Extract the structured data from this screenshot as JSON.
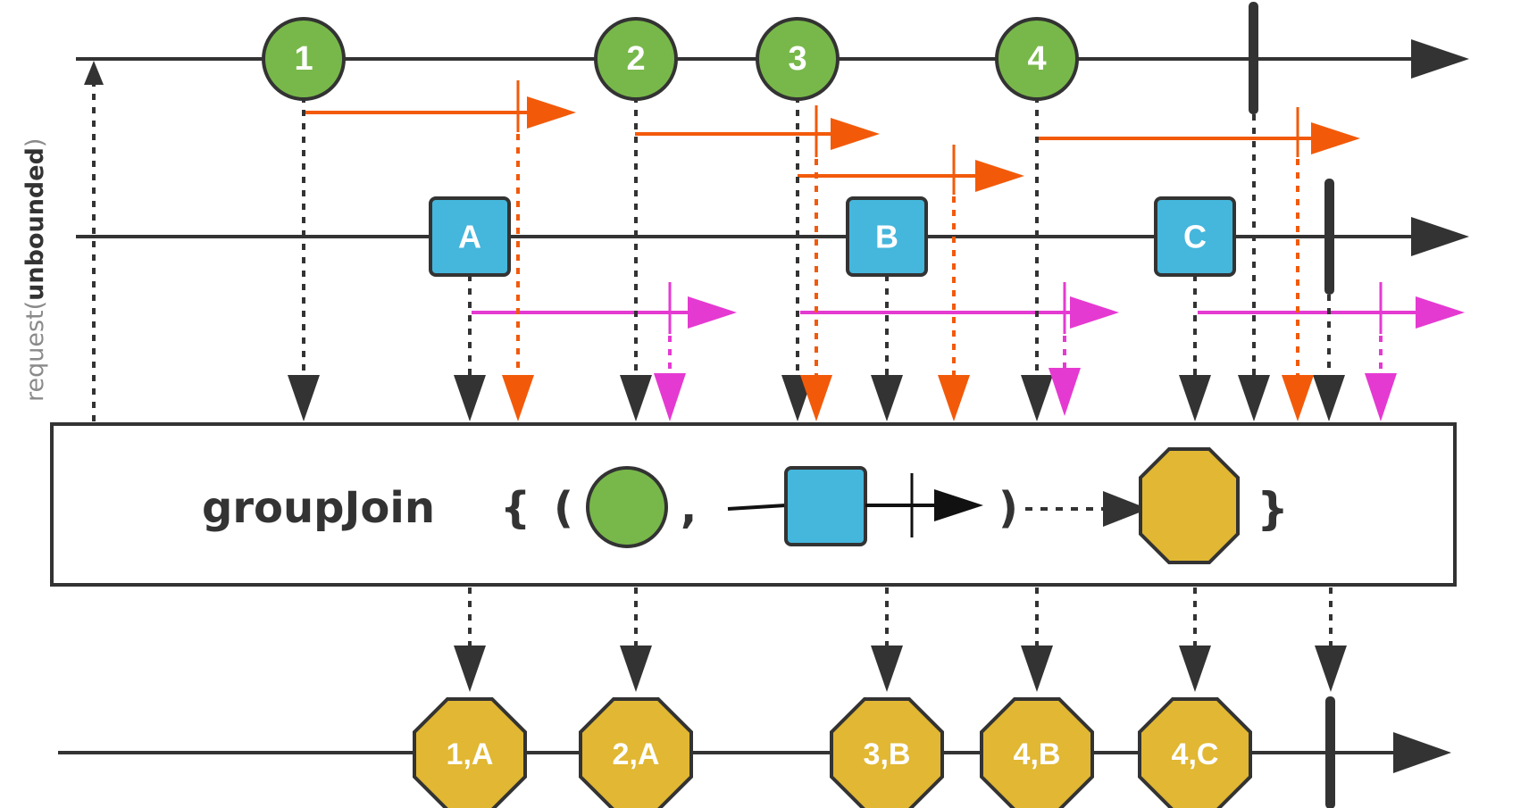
{
  "request_label": {
    "prefix": "request(",
    "keyword": "unbounded",
    "suffix": ")"
  },
  "operator": {
    "name": "groupJoin",
    "open_brace": "{",
    "open_paren": "(",
    "comma": ",",
    "close_paren": ")",
    "close_brace": "}"
  },
  "left_source": {
    "items": [
      "1",
      "2",
      "3",
      "4"
    ]
  },
  "right_source": {
    "items": [
      "A",
      "B",
      "C"
    ]
  },
  "result": {
    "items": [
      "1,A",
      "2,A",
      "3,B",
      "4,B",
      "4,C"
    ]
  },
  "colors": {
    "line": "#333333",
    "circle_fill": "#78b84a",
    "circle_stroke": "#3d7a22",
    "square_fill": "#45b6dc",
    "octagon_fill": "#e1b733",
    "left_window": "#f25a0a",
    "right_window": "#e53ad1"
  }
}
